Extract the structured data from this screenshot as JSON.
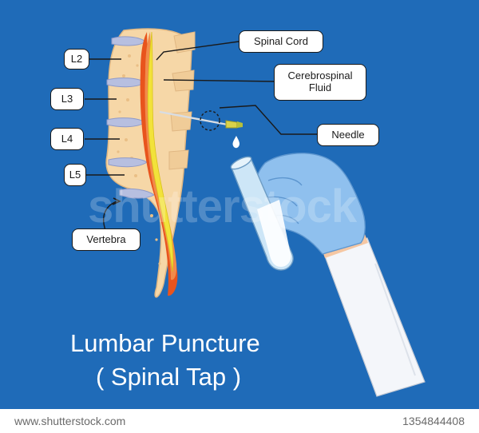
{
  "labels": {
    "spinal_cord": "Spinal Cord",
    "csf_line1": "Cerebrospinal",
    "csf_line2": "Fluid",
    "needle": "Needle",
    "vertebra": "Vertebra",
    "l2": "L2",
    "l3": "L3",
    "l4": "L4",
    "l5": "L5"
  },
  "title": {
    "line1": "Lumbar Puncture",
    "line2": "( Spinal Tap )"
  },
  "footer": {
    "brand": "www.shutterstock.com",
    "image_id": "1354844408"
  },
  "watermark": "shutterstock",
  "colors": {
    "background": "#1f6bb8",
    "bone": "#f6d7a7",
    "disc": "#b7bfe0",
    "dura": "#e8541d",
    "cord": "#f2e23a",
    "glove": "#8fc0ee",
    "sleeve": "#f4f6fa",
    "tube": "#cde6f7"
  }
}
